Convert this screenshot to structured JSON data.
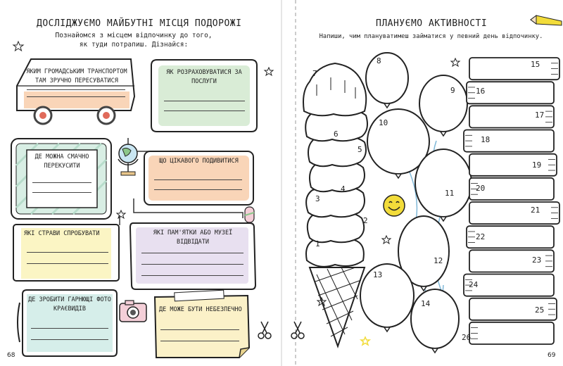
{
  "left_page": {
    "title": "ДОСЛІДЖУЄМО МАЙБУТНІ МІСЦЯ ПОДОРОЖІ",
    "intro": [
      "Познайомся з місцем відпочинку до того,",
      "як туди потрапиш. Дізнайся:"
    ],
    "boxes": [
      {
        "id": "transport",
        "label": "ЯКИМ ГРОМАДСЬКИМ ТРАНСПОРТОМ ТАМ ЗРУЧНО ПЕРЕСУВАТИСЯ"
      },
      {
        "id": "payment",
        "label": "ЯК РОЗРАХОВУВАТИСЯ ЗА ПОСЛУГИ"
      },
      {
        "id": "food",
        "label": "ДЕ МОЖНА СМАЧНО ПЕРЕКУСИТИ"
      },
      {
        "id": "sights",
        "label": "ЩО ЦІКАВОГО ПОДИВИТИСЯ"
      },
      {
        "id": "dishes",
        "label": "ЯКІ СТРАВИ СПРОБУВАТИ"
      },
      {
        "id": "museums",
        "label": "ЯКІ ПАМ'ЯТКИ АБО МУЗЕЇ ВІДВІДАТИ"
      },
      {
        "id": "photos",
        "label": "ДЕ ЗРОБИТИ ГАРНЮЩІ ФОТО КРАЄВИДІВ"
      },
      {
        "id": "danger",
        "label": "ДЕ МОЖЕ БУТИ НЕБЕЗПЕЧНО"
      }
    ],
    "page_number": "68"
  },
  "right_page": {
    "title": "ПЛАНУЄМО АКТИВНОСТІ",
    "intro": "Напиши, чим плануватимеш займатися у певний день відпочинку.",
    "icecream_numbers": [
      "1",
      "2",
      "3",
      "4",
      "5",
      "6",
      "7"
    ],
    "balloon_numbers": [
      "8",
      "9",
      "10",
      "11",
      "12",
      "13",
      "14"
    ],
    "book_numbers": [
      "15",
      "16",
      "17",
      "18",
      "19",
      "20",
      "21",
      "22",
      "23",
      "24",
      "25",
      "26"
    ],
    "page_number": "69"
  },
  "colors": {
    "peach": "#f9d5b8",
    "mint": "#d9ecd6",
    "lavender": "#e8e0f0",
    "cream": "#fbf5c4",
    "pink": "#f4cfd8",
    "yellow_note": "#fbf1c8",
    "ink": "#222222",
    "balloon_string": "#7fb8d8",
    "accent_yellow": "#f2dc3a"
  },
  "icons": {
    "bus": "bus-icon",
    "globe": "globe-icon",
    "camera": "camera-icon",
    "popsicle": "popsicle-icon",
    "scissors": "scissors-icon",
    "pencil": "pencil-icon",
    "smiley": "smiley-icon",
    "star": "star-icon"
  }
}
